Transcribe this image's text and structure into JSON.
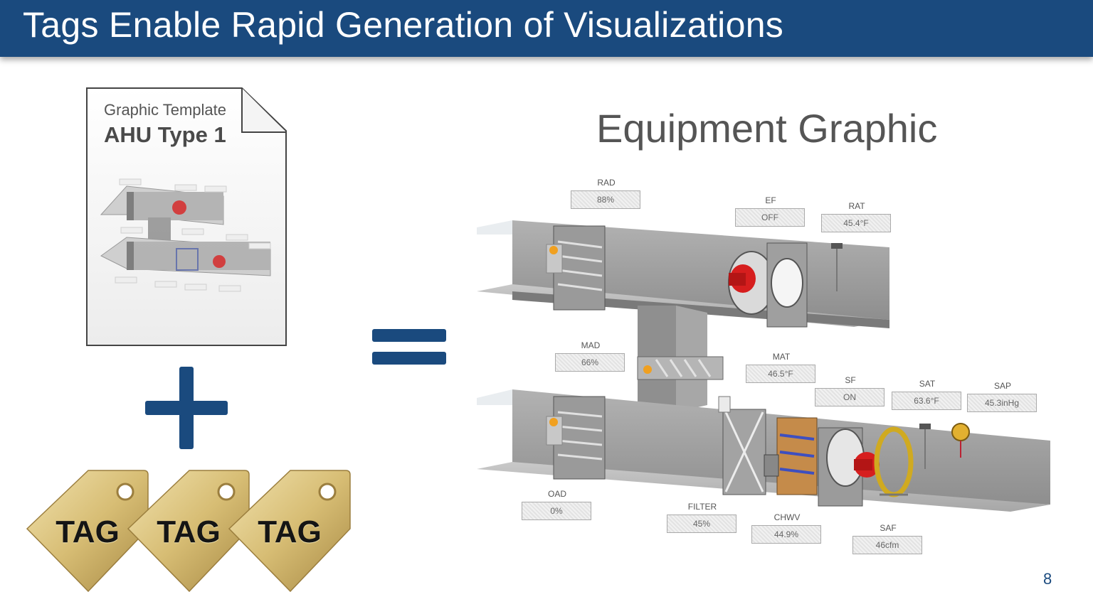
{
  "header": {
    "title": "Tags Enable Rapid Generation of Visualizations"
  },
  "template_doc": {
    "subtitle": "Graphic Template",
    "title": "AHU Type 1"
  },
  "equipment": {
    "title": "Equipment Graphic"
  },
  "tags": [
    "TAG",
    "TAG",
    "TAG"
  ],
  "points": [
    {
      "key": "rad",
      "label": "RAD",
      "value": "88%"
    },
    {
      "key": "ef",
      "label": "EF",
      "value": "OFF"
    },
    {
      "key": "rat",
      "label": "RAT",
      "value": "45.4°F"
    },
    {
      "key": "mad",
      "label": "MAD",
      "value": "66%"
    },
    {
      "key": "mat",
      "label": "MAT",
      "value": "46.5°F"
    },
    {
      "key": "sf",
      "label": "SF",
      "value": "ON"
    },
    {
      "key": "sat",
      "label": "SAT",
      "value": "63.6°F"
    },
    {
      "key": "sap",
      "label": "SAP",
      "value": "45.3inHg"
    },
    {
      "key": "oad",
      "label": "OAD",
      "value": "0%"
    },
    {
      "key": "filter",
      "label": "FILTER",
      "value": "45%"
    },
    {
      "key": "chwv",
      "label": "CHWV",
      "value": "44.9%"
    },
    {
      "key": "saf",
      "label": "SAF",
      "value": "46cfm"
    }
  ],
  "page": {
    "number": "8"
  },
  "colors": {
    "header_bg": "#1a4a7e",
    "accent": "#1a4a7e",
    "tag_gold": "#d9c27e"
  }
}
